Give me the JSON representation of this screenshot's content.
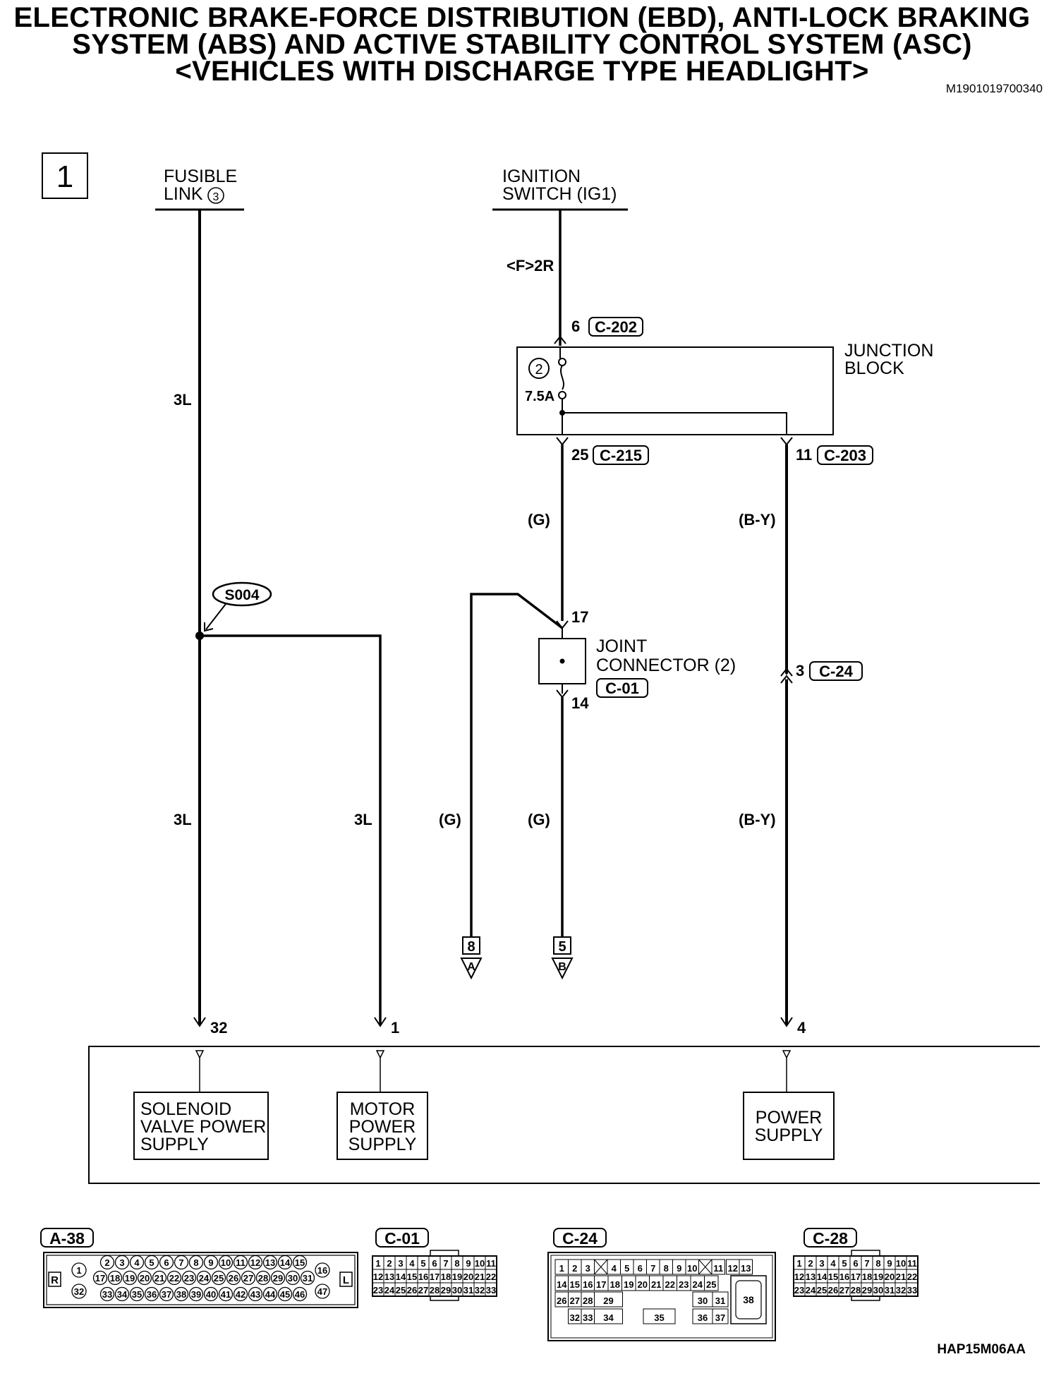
{
  "title": {
    "line1": "ELECTRONIC BRAKE-FORCE DISTRIBUTION (EBD), ANTI-LOCK BRAKING",
    "line2": "SYSTEM (ABS) AND ACTIVE STABILITY CONTROL SYSTEM (ASC)",
    "line3": "<VEHICLES WITH DISCHARGE TYPE HEADLIGHT>"
  },
  "doc_id": "M1901019700340",
  "figure_code": "HAP15M06AA",
  "page_number": "1",
  "sources": {
    "fusible_link": {
      "line1": "FUSIBLE",
      "line2": "LINK",
      "number": "3"
    },
    "ignition_switch": {
      "line1": "IGNITION",
      "line2": "SWITCH (IG1)"
    }
  },
  "junction_block": {
    "label_line1": "JUNCTION",
    "label_line2": "BLOCK",
    "fuse_number": "2",
    "fuse_rating": "7.5A",
    "in_pin": "6",
    "in_connector": "C-202",
    "out_pin_a": "25",
    "out_connector_a": "C-215",
    "out_pin_b": "11",
    "out_connector_b": "C-203"
  },
  "splice": {
    "name": "S004"
  },
  "joint_connector": {
    "label_line1": "JOINT",
    "label_line2": "CONNECTOR (2)",
    "connector": "C-01",
    "pin_in": "17",
    "pin_out": "14"
  },
  "inline_connector": {
    "pin": "3",
    "connector": "C-24"
  },
  "wires": {
    "fusible_top": "3L",
    "fusible_bottom": "3L",
    "motor_branch": "3L",
    "ign_route": "<F>2R",
    "g_upper": "(G)",
    "g_lower": "(G)",
    "g_branch": "(G)",
    "by_upper": "(B-Y)",
    "by_lower": "(B-Y)"
  },
  "offpage": {
    "a": {
      "page": "8",
      "letter": "A"
    },
    "b": {
      "page": "5",
      "letter": "B"
    }
  },
  "ecu_pins": {
    "solenoid": "32",
    "motor": "1",
    "power": "4"
  },
  "ecu_blocks": {
    "solenoid": [
      "SOLENOID",
      "VALVE POWER",
      "SUPPLY"
    ],
    "motor": [
      "MOTOR",
      "POWER",
      "SUPPLY"
    ],
    "power": [
      "POWER",
      "SUPPLY"
    ]
  },
  "connector_views": {
    "a38": {
      "label": "A-38",
      "left_tag": "R",
      "right_tag": "L",
      "left_pins": [
        "1",
        "32"
      ],
      "right_pins": [
        "16",
        "47"
      ],
      "row1": [
        "2",
        "3",
        "4",
        "5",
        "6",
        "7",
        "8",
        "9",
        "10",
        "11",
        "12",
        "13",
        "14",
        "15"
      ],
      "row2": [
        "17",
        "18",
        "19",
        "20",
        "21",
        "22",
        "23",
        "24",
        "25",
        "26",
        "27",
        "28",
        "29",
        "30",
        "31"
      ],
      "row3": [
        "33",
        "34",
        "35",
        "36",
        "37",
        "38",
        "39",
        "40",
        "41",
        "42",
        "43",
        "44",
        "45",
        "46"
      ]
    },
    "c01": {
      "label": "C-01",
      "row1": [
        "1",
        "2",
        "3",
        "4",
        "5",
        "6",
        "7",
        "8",
        "9",
        "10",
        "11"
      ],
      "row2": [
        "12",
        "13",
        "14",
        "15",
        "16",
        "17",
        "18",
        "19",
        "20",
        "21",
        "22"
      ],
      "row3": [
        "23",
        "24",
        "25",
        "26",
        "27",
        "28",
        "29",
        "30",
        "31",
        "32",
        "33"
      ]
    },
    "c24": {
      "label": "C-24",
      "row1": [
        "1",
        "2",
        "3",
        "",
        "4",
        "5",
        "6",
        "7",
        "8",
        "9",
        "10",
        "",
        "11",
        "12",
        "13"
      ],
      "row2": [
        "14",
        "15",
        "16",
        "17",
        "18",
        "19",
        "20",
        "21",
        "22",
        "23",
        "24",
        "25"
      ],
      "row3": [
        "26",
        "27",
        "28",
        "29",
        "30",
        "31"
      ],
      "row4": [
        "32",
        "33",
        "34",
        "35",
        "36",
        "37"
      ],
      "big_pin": "38"
    },
    "c28": {
      "label": "C-28",
      "row1": [
        "1",
        "2",
        "3",
        "4",
        "5",
        "6",
        "7",
        "8",
        "9",
        "10",
        "11"
      ],
      "row2": [
        "12",
        "13",
        "14",
        "15",
        "16",
        "17",
        "18",
        "19",
        "20",
        "21",
        "22"
      ],
      "row3": [
        "23",
        "24",
        "25",
        "26",
        "27",
        "28",
        "29",
        "30",
        "31",
        "32",
        "33"
      ]
    }
  }
}
